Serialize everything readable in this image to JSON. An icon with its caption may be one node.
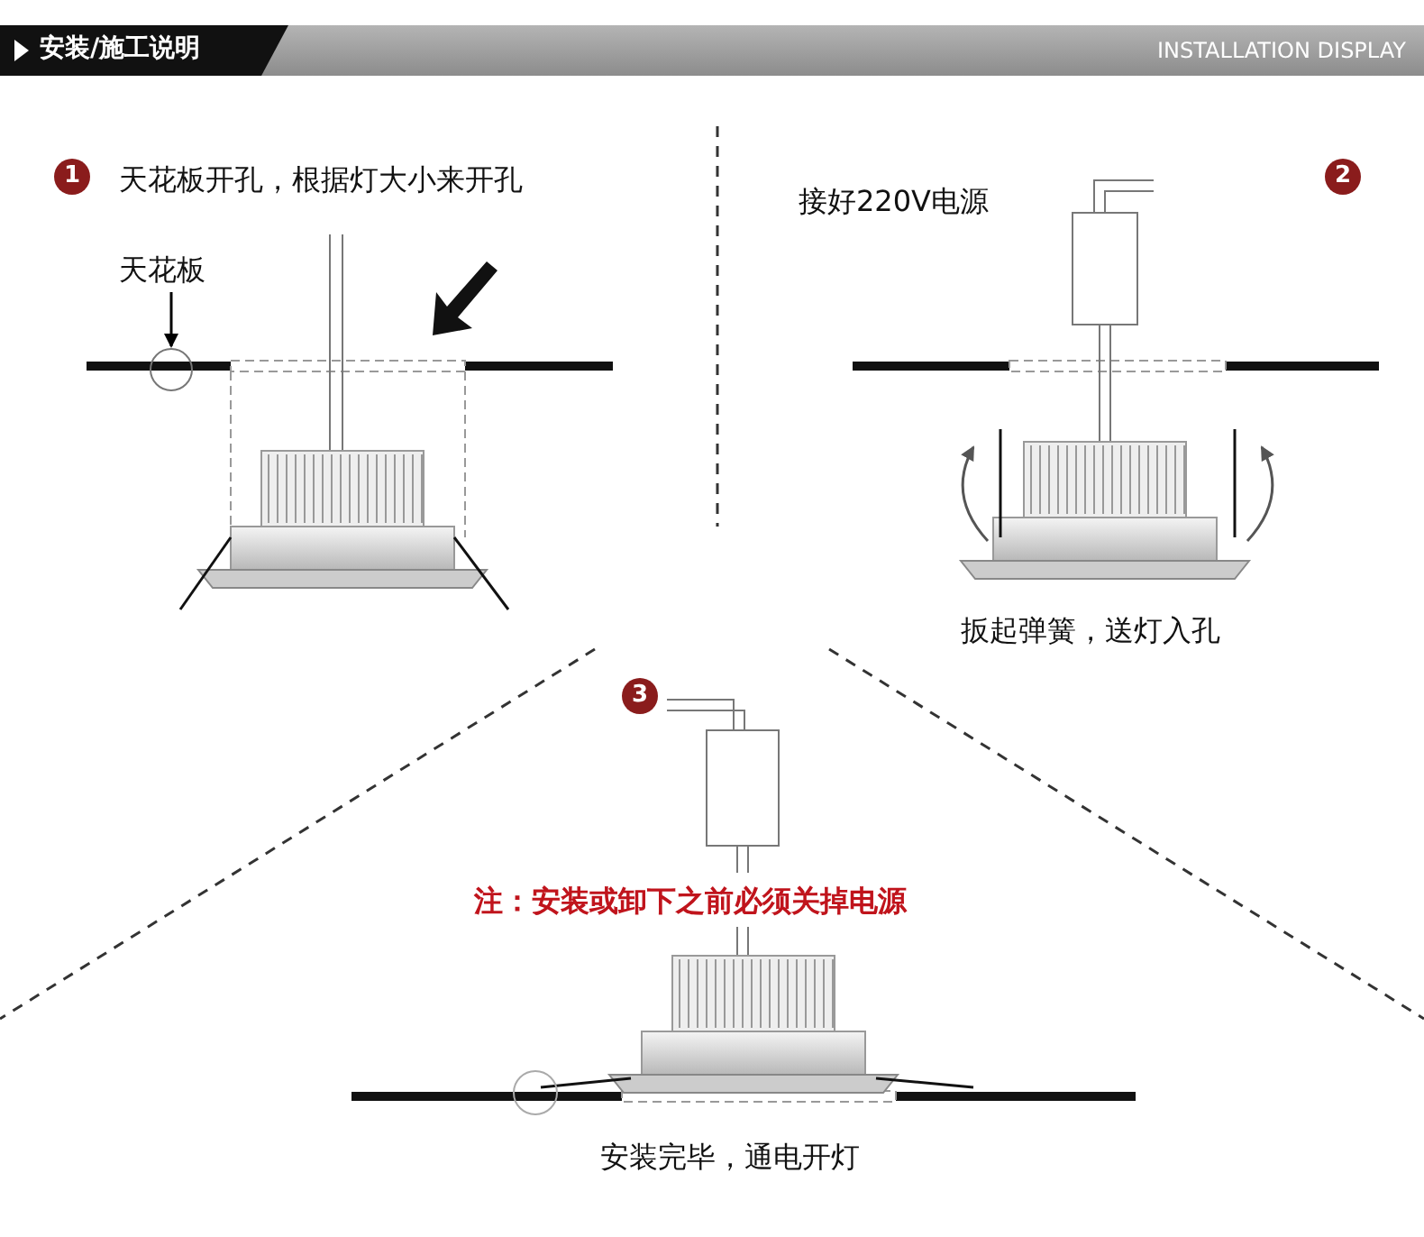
{
  "diagram": {
    "title": "安装/施工说明",
    "nodes": [
      {
        "text": [
          "天花板"
        ]
      },
      {
        "text": [],
        "shape": "circle"
      }
    ],
    "edges": [
      {
        "from": 0,
        "to": 1,
        "arrow": "to"
      }
    ],
    "labels": [
      "INSTALLATION DISPLAY",
      "1",
      "天花板开孔，根据灯大小来开孔",
      "2",
      "接好220V电源",
      "扳起弹簧，送灯入孔",
      "3",
      "注：安装或卸下之前必须关掉电源",
      "安装完毕，通电开灯"
    ]
  }
}
